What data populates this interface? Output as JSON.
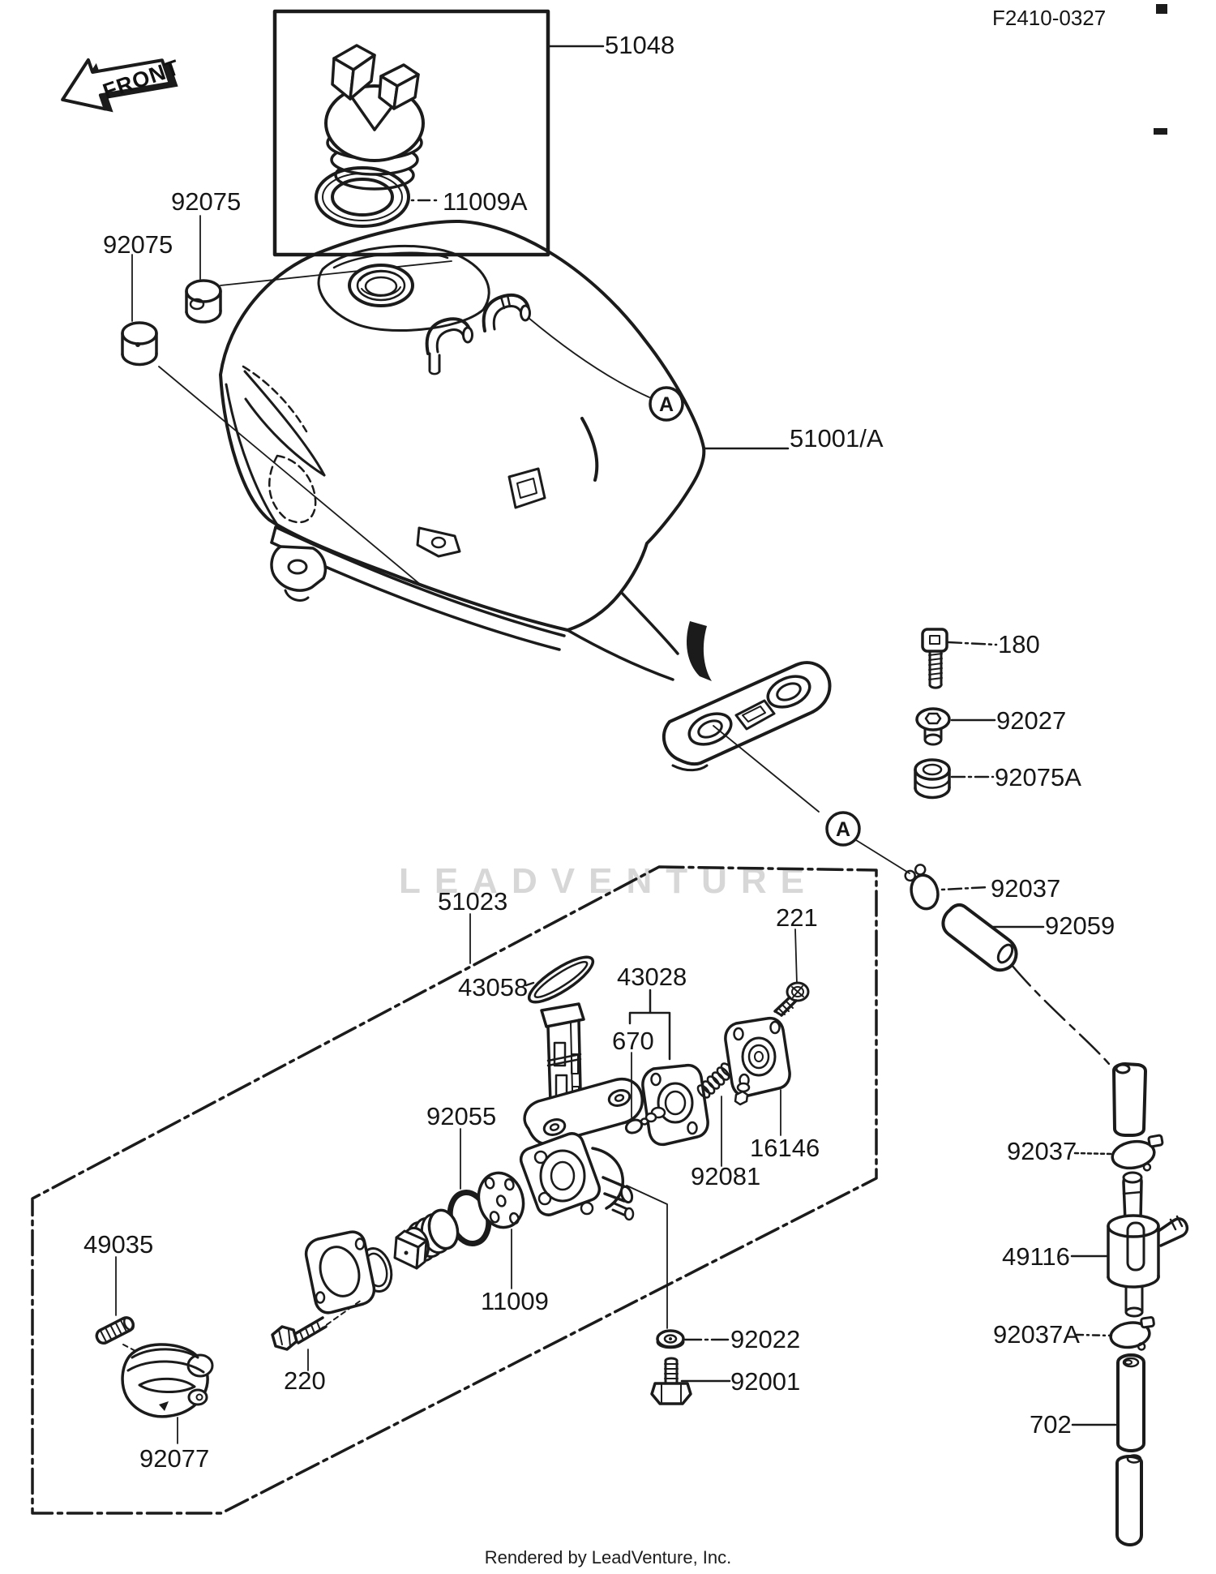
{
  "page": {
    "diagram_code": "F2410-0327",
    "front_label": "FRONT",
    "detail_marker": "A",
    "watermark": "LEADVENTURE",
    "footer": "Rendered by LeadVenture, Inc."
  },
  "parts": {
    "cap_assy": "51048",
    "cap_gasket": "11009A",
    "damper_front_right": "92075",
    "damper_front_left": "92075",
    "fuel_tank": "51001/A",
    "bolt_socket": "180",
    "collar": "92027",
    "damper_rear": "92075A",
    "clamp_tank_hose": "92037",
    "hose_elbow": "92059",
    "tap_assy": "51023",
    "gasket_tap": "43058",
    "diaphragm_assy": "43028",
    "oring_small": "670",
    "screw_pan": "221",
    "cover_tap": "16146",
    "spring": "92081",
    "oring_large": "92055",
    "plate_tap": "11009",
    "pin_lever": "49035",
    "screw_hex": "220",
    "knob_lever": "92077",
    "washer_plain": "92022",
    "bolt_hex": "92001",
    "clamp_filter_top": "92037",
    "fuel_filter": "49116",
    "clamp_filter_bottom": "92037A",
    "tube": "702"
  }
}
